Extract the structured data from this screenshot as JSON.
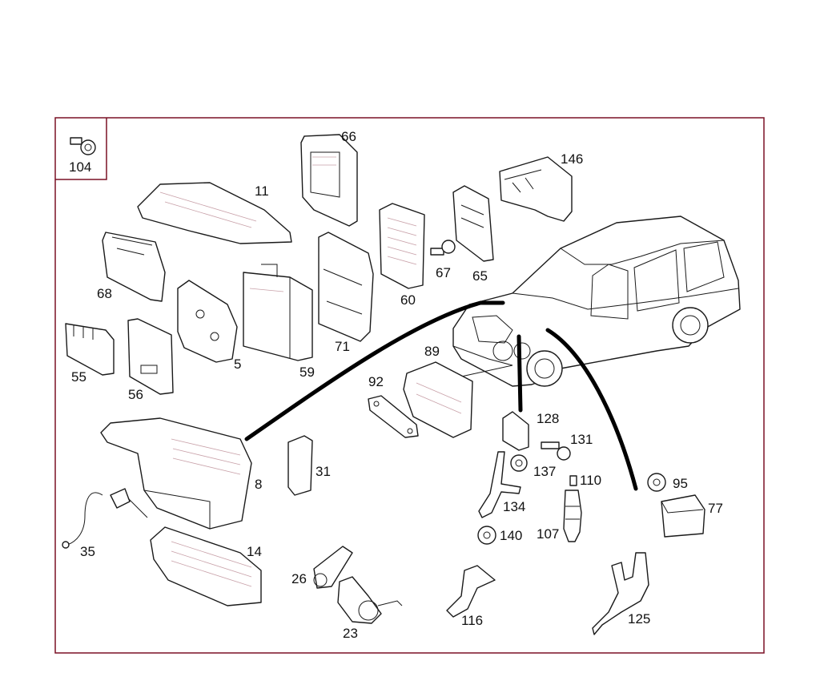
{
  "diagram": {
    "colors": {
      "frame": "#7a1025",
      "line": "#1a1a1a",
      "tint": "#c8a0a8"
    },
    "inset_label": "104",
    "callouts": {
      "p66": "66",
      "p146": "146",
      "p11": "11",
      "p68": "68",
      "p67": "67",
      "p65": "65",
      "p60": "60",
      "p71": "71",
      "p59": "59",
      "p5": "5",
      "p55": "55",
      "p56": "56",
      "p89": "89",
      "p92": "92",
      "p128": "128",
      "p131": "131",
      "p137": "137",
      "p110": "110",
      "p95": "95",
      "p77": "77",
      "p134": "134",
      "p140": "140",
      "p107": "107",
      "p31": "31",
      "p8": "8",
      "p35": "35",
      "p14": "14",
      "p26": "26",
      "p23": "23",
      "p116": "116",
      "p125": "125"
    }
  }
}
